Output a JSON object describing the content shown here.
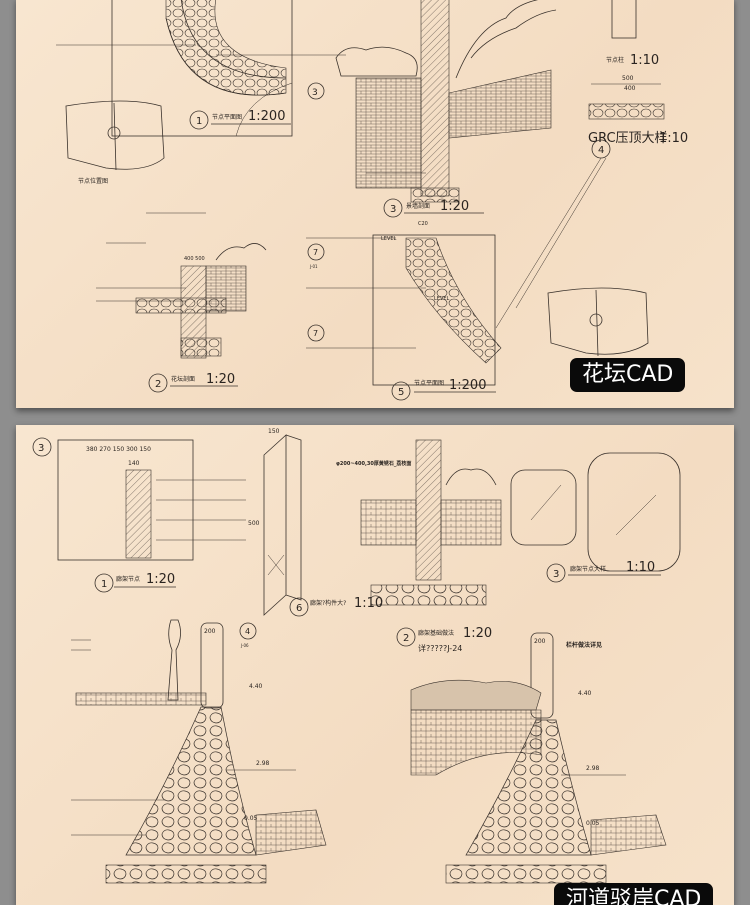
{
  "sheet_1": {
    "badge": "花坛CAD",
    "details": [
      {
        "num": "1",
        "title": "节点平面图",
        "scale": "1:200"
      },
      {
        "num": "2",
        "title": "花坛剖面",
        "scale": "1:20"
      },
      {
        "num": "3",
        "title": "景墙剖面",
        "scale": "1:20"
      },
      {
        "num": "4",
        "title": "GRC压顶大样",
        "scale": "1:10"
      },
      {
        "num": "5",
        "title": "节点平面图",
        "scale": "1:200"
      },
      {
        "num": "",
        "title": "节点位置图",
        "scale": ""
      },
      {
        "num": "",
        "title": "节点柱",
        "scale": "1:10"
      }
    ],
    "labels": {
      "level": "LEVEL",
      "grc_width": "500",
      "grc_inner": "400",
      "concrete": "C20",
      "ref_a": "3",
      "ref_b": "7",
      "ref_c": "J-01",
      "dims_2": "400 500"
    }
  },
  "sheet_2": {
    "badge": "河道驳岸CAD",
    "details": [
      {
        "num": "1",
        "title": "廊架节点",
        "scale": "1:20"
      },
      {
        "num": "2",
        "title": "廊架基础做法",
        "scale": "1:20",
        "sub": "详?????J-24"
      },
      {
        "num": "3",
        "title": "廊架节点大样",
        "scale": "1:10"
      },
      {
        "num": "6",
        "title": "廊架?构件大?",
        "scale": "1:10"
      }
    ],
    "labels": {
      "dims_top": "380 270 150 300 150",
      "dim_140": "140",
      "dim_150": "150",
      "dim_500": "500",
      "dim_200": "200",
      "stone_note": "φ200~400,30厚黄锈石_荔枝面",
      "level_440": "4.40",
      "level_298": "2.98",
      "level_005": "0.05",
      "ref_4": "4",
      "ref_j06": "J-06",
      "ref_3": "3",
      "rail_note": "栏杆做法详见"
    }
  }
}
